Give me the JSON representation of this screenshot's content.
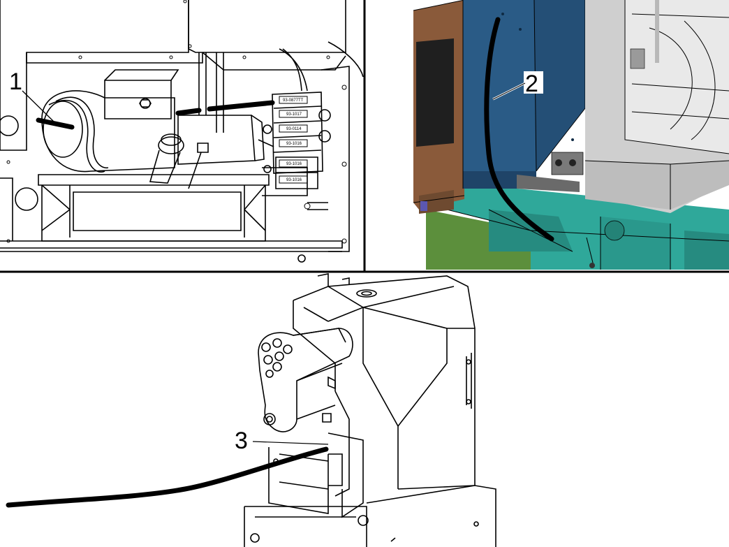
{
  "panels": [
    {
      "id": "top-left",
      "callout": "1"
    },
    {
      "id": "top-right",
      "callout": "2"
    },
    {
      "id": "bottom",
      "callout": "3"
    }
  ],
  "valve_labels": [
    "93-0877TT",
    "93-1017",
    "93-0114",
    "93-1016",
    "93-1016",
    "93-1016"
  ],
  "colors": {
    "cabinet_blue": "#2a5b86",
    "base_teal": "#2fa89a",
    "base_green": "#5c8f3c",
    "cabinet_brown": "#8a5a3a",
    "enclosure_gray": "#cfcfcf",
    "hose": "#111111"
  }
}
